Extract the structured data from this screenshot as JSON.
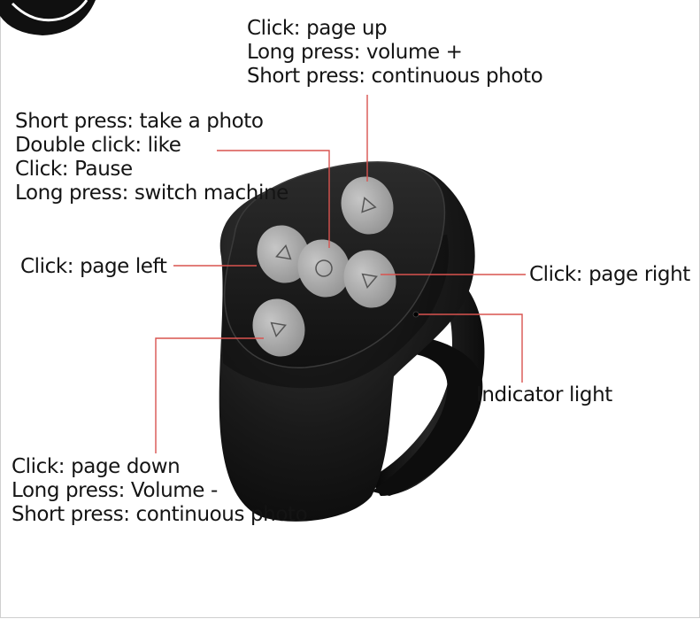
{
  "labels": {
    "top": [
      "Click: page up",
      "Long press: volume +",
      "Short press: continuous photo"
    ],
    "center": [
      "Short press: take a photo",
      "Double click: like",
      "Click: Pause",
      "Long press: switch machine"
    ],
    "left": "Click: page left",
    "right": "Click: page right",
    "indicator": "Indicator light",
    "bottom": [
      "Click: page down",
      "Long press: Volume -",
      "Short press: continuous photo"
    ]
  },
  "colors": {
    "callout_line": "#d9534f",
    "device_body": "#1a1a1a",
    "button": "#a8a8a8"
  }
}
